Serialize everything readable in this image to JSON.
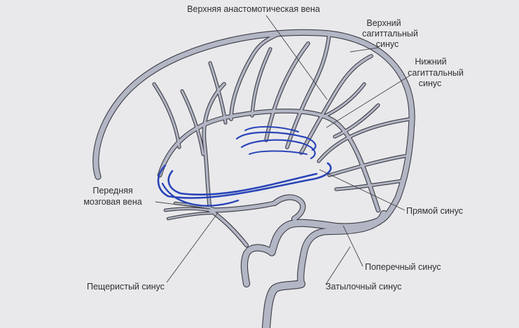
{
  "labels": {
    "superior_anastomotic_vein": "Верхняя анастомотическая вена",
    "superior_sagittal_l1": "Верхний",
    "superior_sagittal_l2": "сагиттальный",
    "superior_sagittal_l3": "синус",
    "inferior_sagittal_l1": "Нижний",
    "inferior_sagittal_l2": "сагиттальный",
    "inferior_sagittal_l3": "синус",
    "anterior_cerebral_l1": "Передняя",
    "anterior_cerebral_l2": "мозговая вена",
    "straight_sinus": "Прямой синус",
    "transverse_sinus": "Поперечный синус",
    "cavernous_sinus": "Пещеристый синус",
    "occipital_sinus": "Затылочный синус"
  },
  "colors": {
    "background": "#e9e9ec",
    "vessel_outline": "#3c3c44",
    "vessel_fill": "#b3b6c4",
    "deep_veins": "#2a45b8",
    "text": "#2e2e34"
  }
}
